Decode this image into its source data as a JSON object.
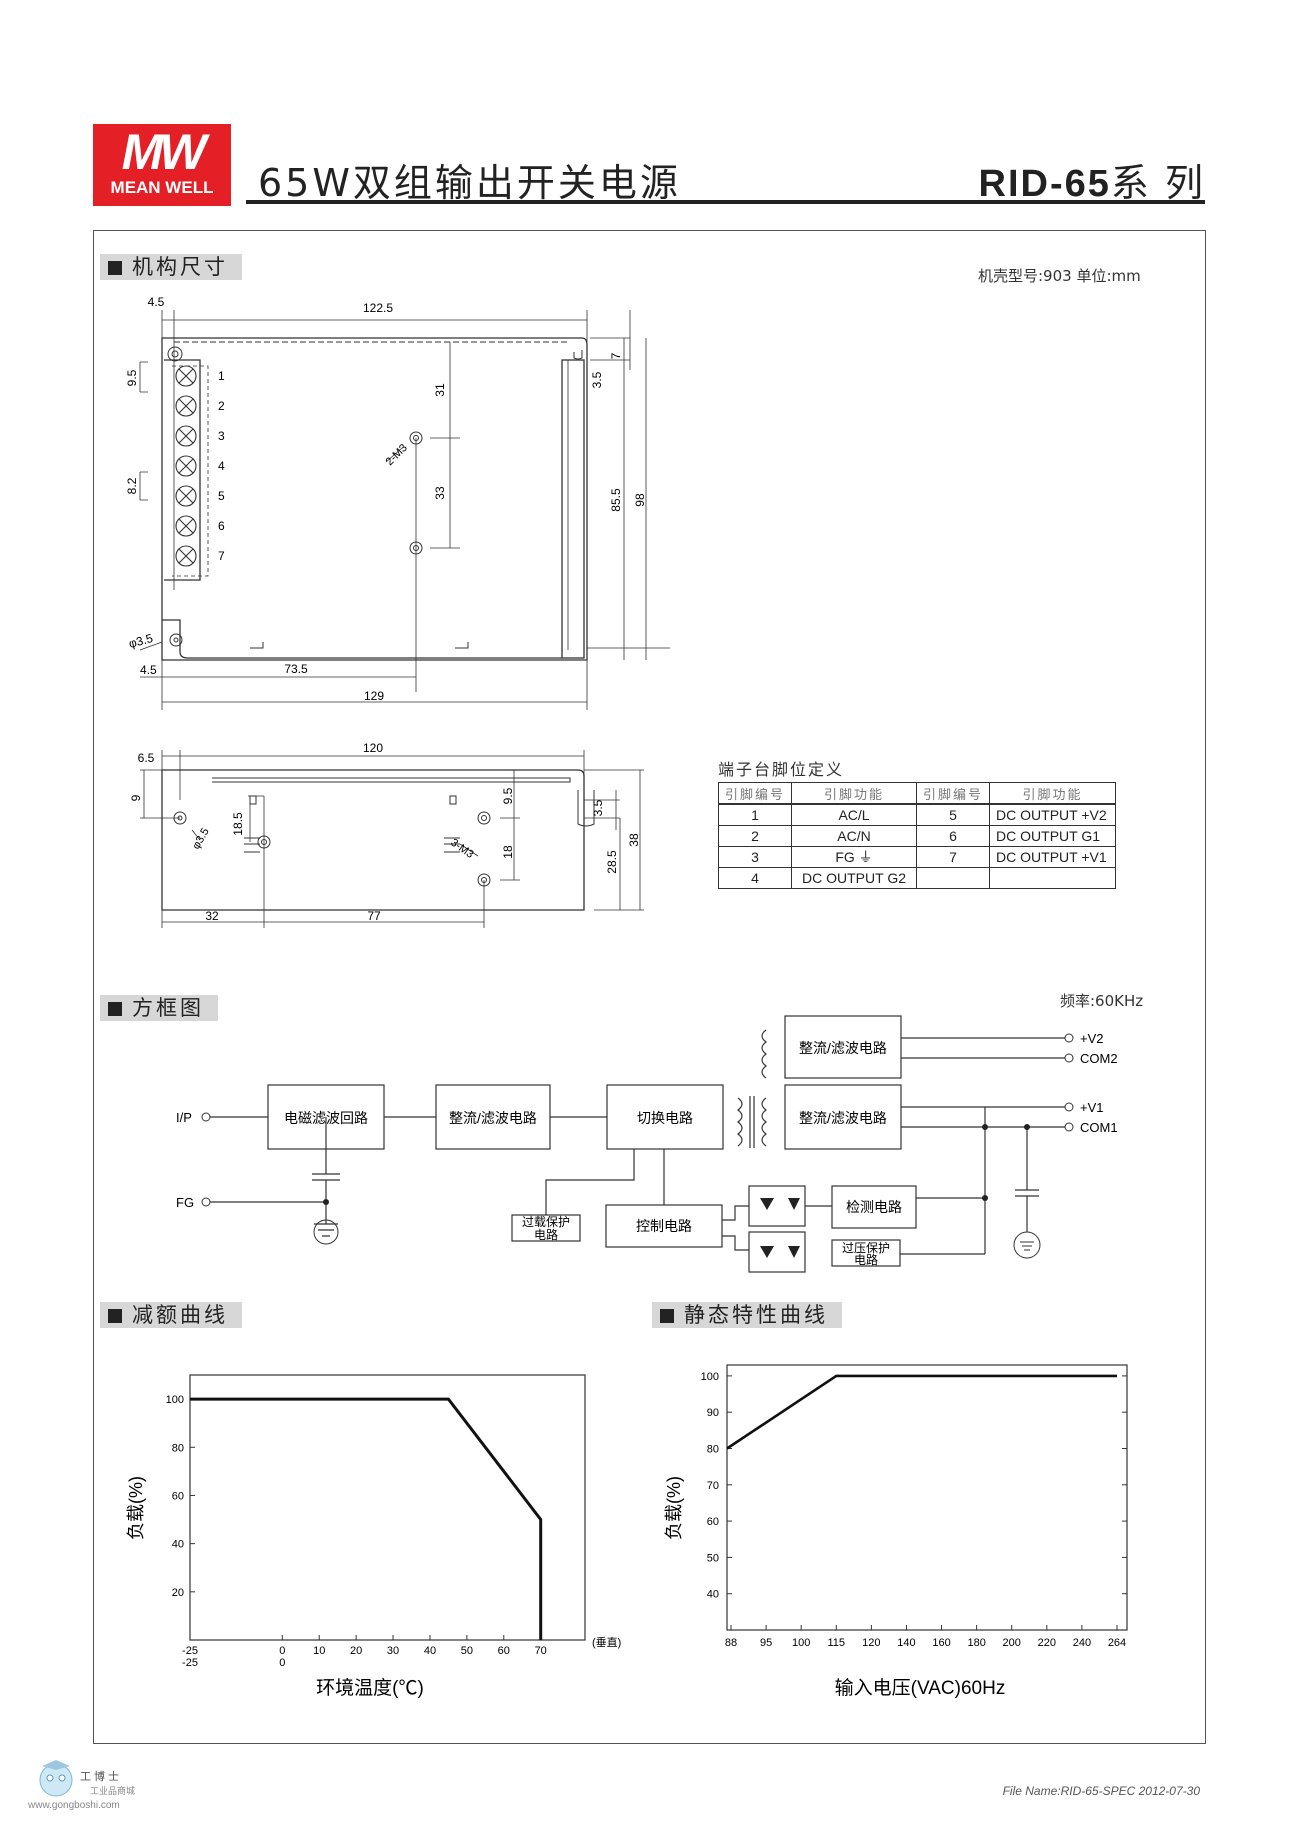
{
  "header": {
    "logo_text": "MEAN WELL",
    "logo_mark": "MW",
    "title_left": "65W双组输出开关电源",
    "model": "RID-65",
    "series_suffix": "系 列",
    "rule_color": "#222222",
    "logo_color": "#e41f26"
  },
  "section_mech": {
    "title": "机构尺寸",
    "case_note": "机壳型号:903 单位:mm",
    "top_dims": {
      "d_4_5_top": "4.5",
      "d_122_5": "122.5",
      "d_7": "7",
      "d_3_5_a": "3.5",
      "d_31": "31",
      "d_33": "33",
      "d_85_5": "85.5",
      "d_98": "98",
      "d_9_5": "9.5",
      "d_8_2": "8.2",
      "d_2m3": "2-M3",
      "d_phi35": "φ3.5",
      "d_4_5_bot": "4.5",
      "d_73_5": "73.5",
      "d_129": "129",
      "pins": [
        "1",
        "2",
        "3",
        "4",
        "5",
        "6",
        "7"
      ]
    },
    "side_dims": {
      "d_6_5": "6.5",
      "d_120": "120",
      "d_9": "9",
      "d_18_5": "18.5",
      "d_phi35": "φ3.5",
      "d_9_5": "9.5",
      "d_18": "18",
      "d_3m3": "3-M3",
      "d_3_5": "3.5",
      "d_28_5": "28.5",
      "d_38": "38",
      "d_32": "32",
      "d_77": "77"
    }
  },
  "pin_table": {
    "title": "端子台脚位定义",
    "headers": [
      "引脚编号",
      "引脚功能",
      "引脚编号",
      "引脚功能"
    ],
    "rows": [
      [
        "1",
        "AC/L",
        "5",
        "DC OUTPUT +V2"
      ],
      [
        "2",
        "AC/N",
        "6",
        "DC OUTPUT G1"
      ],
      [
        "3",
        "FG ⏚",
        "7",
        "DC OUTPUT +V1"
      ],
      [
        "4",
        "DC OUTPUT G2",
        "",
        ""
      ]
    ]
  },
  "section_block": {
    "title": "方框图",
    "freq": "频率:60KHz",
    "blocks": {
      "emi": "电磁滤波回路",
      "rect1": "整流/滤波电路",
      "switch": "切换电路",
      "rect_v2": "整流/滤波电路",
      "rect_v1": "整流/滤波电路",
      "control": "控制电路",
      "olp_line1": "过载保护",
      "olp_line2": "电路",
      "detect": "检测电路",
      "ovp_line1": "过压保护",
      "ovp_line2": "电路"
    },
    "terminals": {
      "ip": "I/P",
      "fg": "FG",
      "v2": "+V2",
      "com2": "COM2",
      "v1": "+V1",
      "com1": "COM1"
    }
  },
  "section_derating": {
    "title": "减额曲线",
    "chart_data": {
      "type": "line",
      "xlabel": "环境温度(℃)",
      "ylabel": "负载(%)",
      "x_ticks": [
        "-25",
        "0",
        "10",
        "20",
        "30",
        "40",
        "50",
        "60",
        "70"
      ],
      "x_ticks_second": [
        "-25",
        "0"
      ],
      "x_annotation": "(垂直)",
      "y_ticks": [
        "20",
        "40",
        "60",
        "80",
        "100"
      ],
      "xlim": [
        -25,
        82
      ],
      "ylim": [
        0,
        110
      ],
      "x": [
        -25,
        45,
        70,
        70
      ],
      "y": [
        100,
        100,
        50,
        0
      ]
    }
  },
  "section_static": {
    "title": "静态特性曲线",
    "chart_data": {
      "type": "line",
      "xlabel": "输入电压(VAC)60Hz",
      "ylabel": "负载(%)",
      "x_ticks": [
        "88",
        "95",
        "100",
        "115",
        "120",
        "140",
        "160",
        "180",
        "200",
        "220",
        "240",
        "264"
      ],
      "y_ticks": [
        "40",
        "50",
        "60",
        "70",
        "80",
        "90",
        "100"
      ],
      "ylim": [
        30,
        103
      ],
      "x_index": [
        0,
        3,
        11
      ],
      "x": [
        88,
        115,
        264
      ],
      "y": [
        80,
        100,
        100
      ]
    }
  },
  "footer": {
    "file": "File Name:RID-65-SPEC   2012-07-30",
    "watermark": "工博士",
    "watermark_sub": "工业品商城",
    "watermark_url": "www.gongboshi.com"
  }
}
